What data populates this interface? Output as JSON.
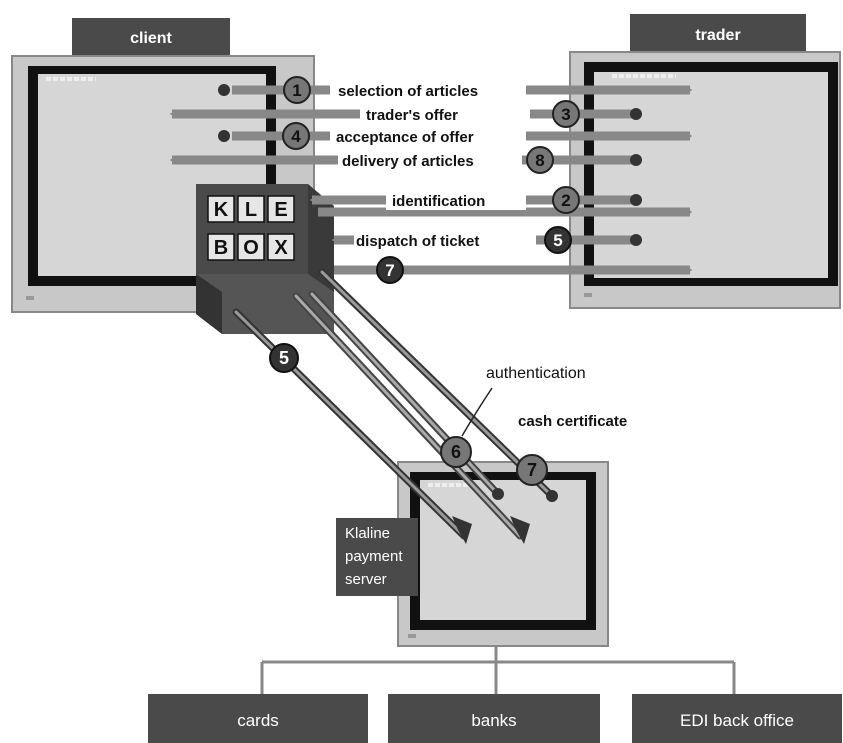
{
  "nodes": {
    "client": "client",
    "trader": "trader",
    "kle_box_top": "KLE",
    "kle_box_bottom": "BOX",
    "server_line1": "Klaline",
    "server_line2": "payment",
    "server_line3": "server",
    "cards": "cards",
    "banks": "banks",
    "edi": "EDI back office"
  },
  "messages": [
    {
      "number": "1",
      "label": "selection of articles"
    },
    {
      "number": "3",
      "label": "trader's offer"
    },
    {
      "number": "4",
      "label": "acceptance of offer"
    },
    {
      "number": "8",
      "label": "delivery of articles"
    },
    {
      "number": "2",
      "label": "identification"
    },
    {
      "number": "5",
      "label": "dispatch of ticket"
    },
    {
      "number": "7",
      "label": ""
    }
  ],
  "lower": {
    "num_5": "5",
    "num_6": "6",
    "num_7": "7",
    "authentication": "authentication",
    "cash_certificate": "cash certificate"
  }
}
